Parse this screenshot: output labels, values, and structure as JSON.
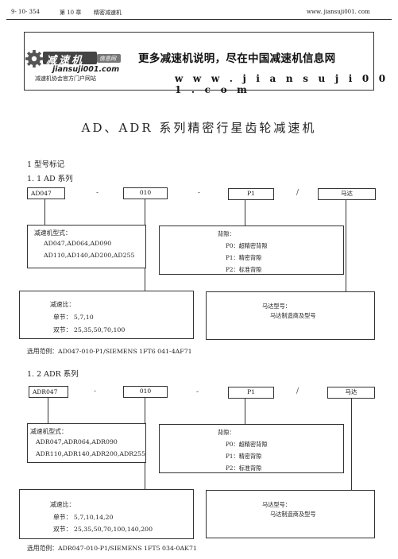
{
  "header": {
    "page": "9- 10- 354",
    "chapter": "第 10 章",
    "chapter_title": "精密减速机",
    "site": "www. jiansuji001. com"
  },
  "banner": {
    "logo_text": "减速机",
    "logo_tag": "信息网",
    "logo_url": "jiansuji001.com",
    "logo_caption": "减速机协会官方门户网站",
    "title": "更多减速机说明，尽在中国减速机信息网",
    "url": "w w w . j i a n s u j i 0 0 1 . c o m"
  },
  "document": {
    "title": "AD、ADR 系列精密行星齿轮减速机",
    "section": "1   型号标记"
  },
  "sections": [
    {
      "heading": "1. 1    AD 系列",
      "code": {
        "model": "AD047",
        "ratio": "010",
        "backlash": "P1",
        "motor": "马达",
        "sep1": "-",
        "sep2": "-",
        "sep3": "/"
      },
      "model_box": {
        "title": "减速机型式：",
        "line1": "AD047,AD064,AD090",
        "line2": "AD110,AD140,AD200,AD255"
      },
      "backlash_box": {
        "title": "背隙：",
        "p0": "P0：超精密背隙",
        "p1": "P1：精密背隙",
        "p2": "P2：标准背隙"
      },
      "ratio_box": {
        "title": "减速比：",
        "single": "单节：  5,7,10",
        "double": "双节：  25,35,50,70,100"
      },
      "motor_box": {
        "title": "马达型号：",
        "desc": "马达制造商及型号"
      },
      "example": "选用范例：AD047-010-P1/SIEMENS 1FT6 041-4AF71"
    },
    {
      "heading": "1. 2    ADR 系列",
      "code": {
        "model": "ADR047",
        "ratio": "010",
        "backlash": "P1",
        "motor": "马达",
        "sep1": "-",
        "sep2": "-",
        "sep3": "/"
      },
      "model_box": {
        "title": "减速机型式：",
        "line1": "ADR047,ADR064,ADR090",
        "line2": "ADR110,ADR140,ADR200,ADR255"
      },
      "backlash_box": {
        "title": "背隙：",
        "p0": "P0：超精密背隙",
        "p1": "P1：精密背隙",
        "p2": "P2：标准背隙"
      },
      "ratio_box": {
        "title": "减速比：",
        "single": "单节：  5,7,10,14,20",
        "double": "双节：  25,35,50,70,100,140,200"
      },
      "motor_box": {
        "title": "马达型号：",
        "desc": "马达制造商及型号"
      },
      "example": "选用范例：ADR047-010-P1/SIEMENS 1FT5 034-0AK71"
    }
  ]
}
